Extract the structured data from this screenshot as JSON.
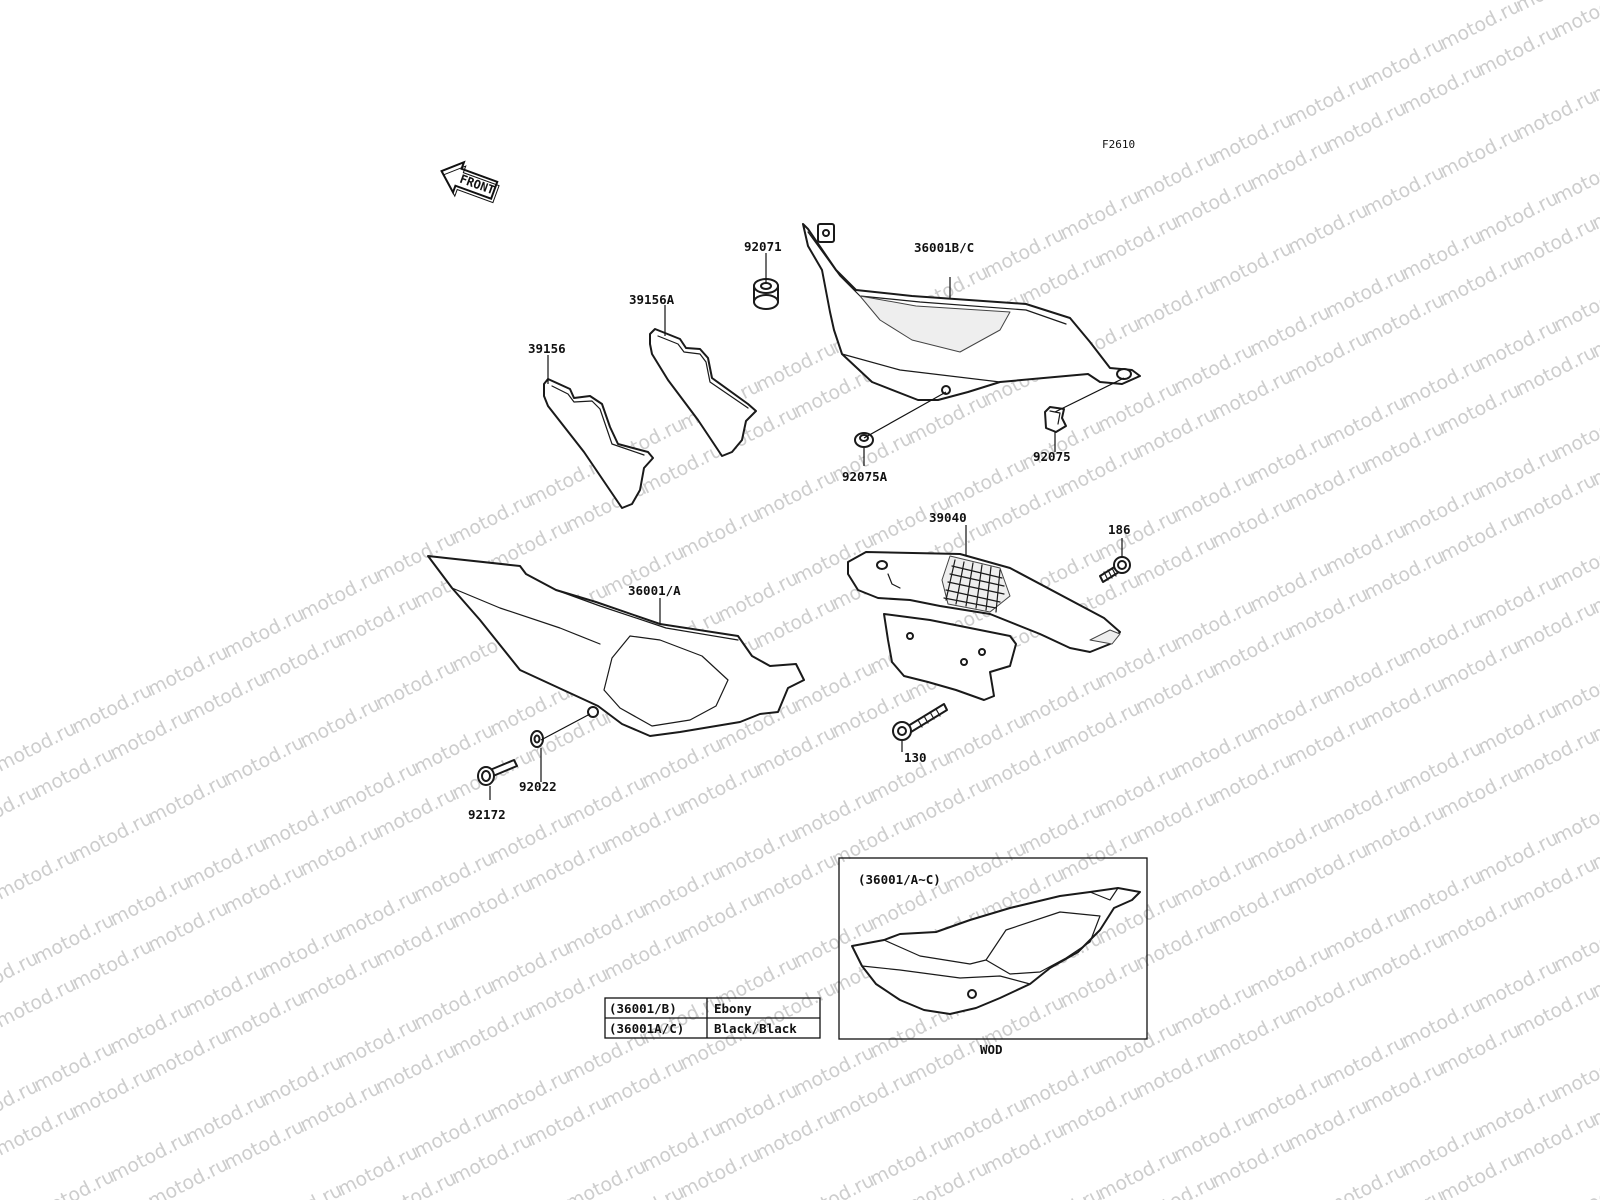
{
  "watermark": {
    "text": "motod.ru"
  },
  "figure_code": "F2610",
  "front_arrow": {
    "label": "FRONT",
    "icon": "front-direction-arrow-icon"
  },
  "parts": {
    "p92071": "92071",
    "p36001bc": "36001B/C",
    "p39156a": "39156A",
    "p39156": "39156",
    "p92075a": "92075A",
    "p92075": "92075",
    "p39040": "39040",
    "p186": "186",
    "p36001a": "36001/A",
    "p130": "130",
    "p92022": "92022",
    "p92172": "92172"
  },
  "inset": {
    "header": "(36001/A~C)",
    "caption": "WOD"
  },
  "color_table": {
    "rows": [
      {
        "code": "(36001/B)",
        "color": "Ebony"
      },
      {
        "code": "(36001A/C)",
        "color": "Black/Black"
      }
    ]
  }
}
